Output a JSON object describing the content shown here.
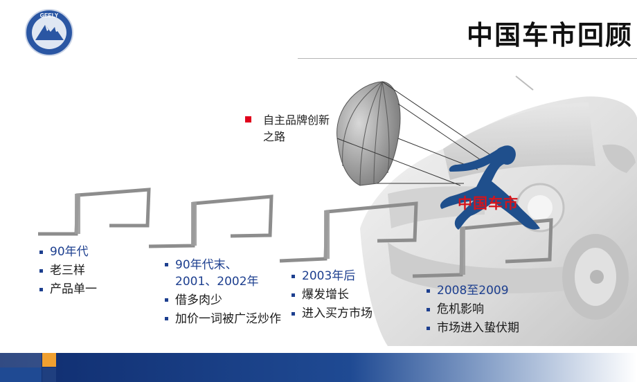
{
  "title": "中国车市回顾",
  "logo": {
    "text": "GEELY"
  },
  "brand_note": {
    "text": "自主品牌创新之路"
  },
  "runner_label": "中国车市",
  "stages": [
    {
      "items": [
        "90年代",
        "老三样",
        "产品单一"
      ]
    },
    {
      "items": [
        "90年代末、2001、2002年",
        "借多肉少",
        "加价一词被广泛炒作"
      ]
    },
    {
      "items": [
        "2003年后",
        "爆发增长",
        "进入买方市场"
      ]
    },
    {
      "items": [
        "2008至2009",
        "危机影响",
        "市场进入蛰伏期"
      ]
    }
  ],
  "colors": {
    "accent_blue": "#1d3f8f",
    "accent_red": "#d4141c",
    "orange": "#f0a030",
    "navy": "#0f2c6e"
  },
  "icons": [
    "geely-logo-icon",
    "parachute-icon",
    "runner-icon",
    "hurdle-icon",
    "car-image"
  ]
}
